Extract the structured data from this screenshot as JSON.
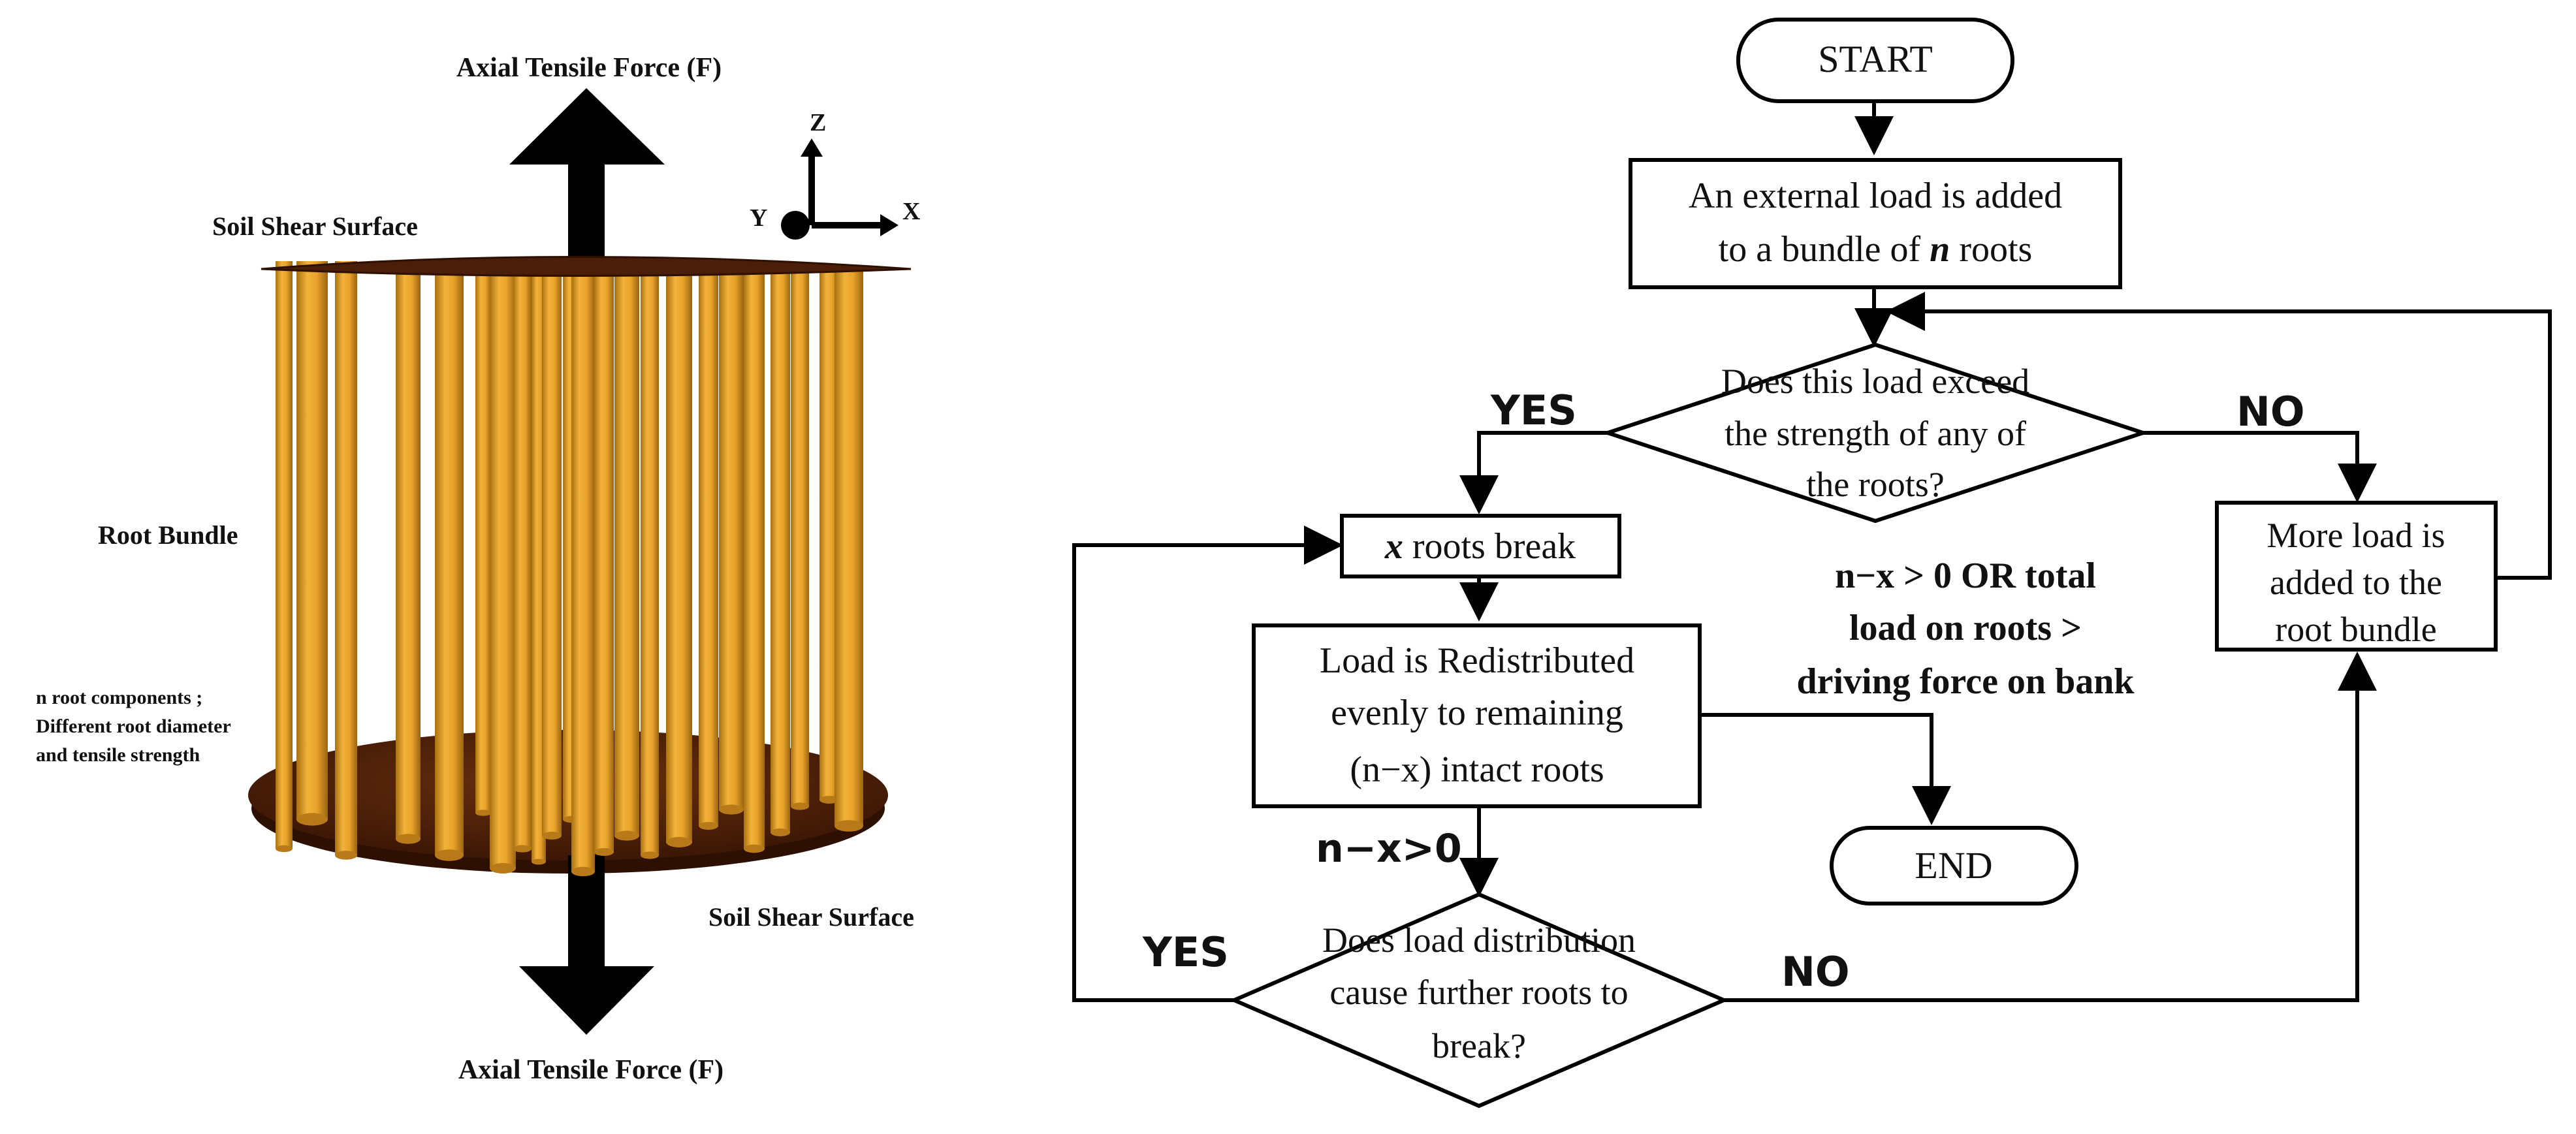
{
  "left_figure": {
    "top_force_label": "Axial Tensile Force (F)",
    "bottom_force_label": "Axial Tensile Force (F)",
    "top_surface_label": "Soil Shear Surface",
    "bottom_surface_label": "Soil Shear Surface",
    "bundle_label": "Root Bundle",
    "components_note": [
      "n root components ;",
      "Different root diameter",
      "and tensile strength"
    ],
    "axes": {
      "z": "Z",
      "y": "Y",
      "x": "X"
    },
    "colors": {
      "root": "#E3A32A",
      "soil": "#4A1E08",
      "arrow": "#000000"
    }
  },
  "flowchart": {
    "start": "START",
    "end": "END",
    "external_load": {
      "line1": "An external load is added",
      "line2_pre": "to a bundle of ",
      "line2_var": "n",
      "line2_post": " roots"
    },
    "decision1": [
      "Does this load exceed",
      "the strength of any of",
      "the roots?"
    ],
    "yes1": "YES",
    "no1": "NO",
    "roots_break": {
      "var": "x",
      "text": " roots break"
    },
    "redistribute": [
      "Load is Redistributed",
      "evenly to remaining",
      "(n−x) intact roots"
    ],
    "more_load": [
      "More load is",
      "added to the",
      "root bundle"
    ],
    "condition_end": [
      "n−x > 0 OR total",
      "load on roots >",
      "driving force on bank"
    ],
    "condition_loop": "n−x>0",
    "decision2": [
      "Does load distribution",
      "cause further roots to",
      "break?"
    ],
    "yes2": "YES",
    "no2": "NO"
  }
}
